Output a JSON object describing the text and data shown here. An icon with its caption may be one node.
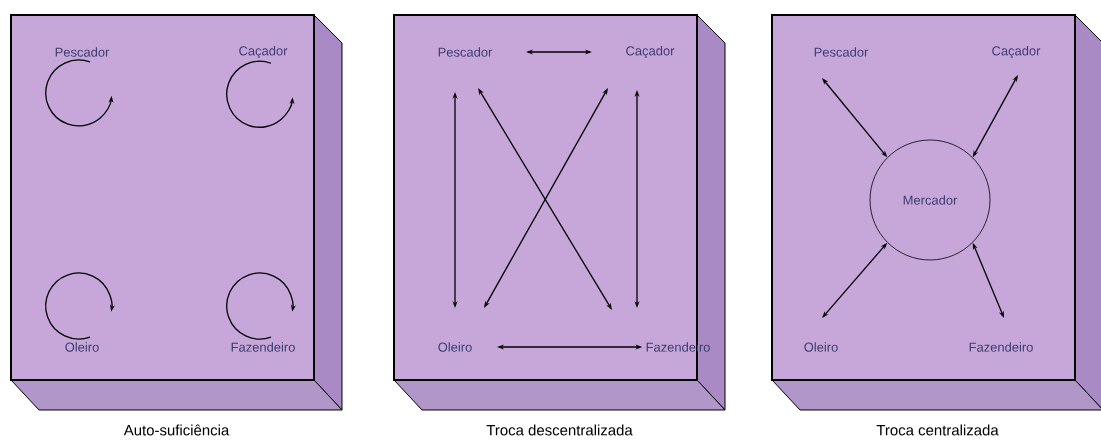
{
  "diagram": {
    "nodes": [
      {
        "text": [
          "Auto-suficiência"
        ]
      },
      {
        "text": [
          "Pescador"
        ],
        "in": 0
      },
      {
        "text": [
          "Caçador"
        ],
        "in": 0
      },
      {
        "text": [
          "Oleiro"
        ],
        "in": 0
      },
      {
        "text": [
          "Fazendeiro"
        ],
        "in": 0
      },
      {
        "text": [
          "Troca descentralizada"
        ]
      },
      {
        "text": [
          "Pescador"
        ],
        "in": 5
      },
      {
        "text": [
          "Caçador"
        ],
        "in": 5
      },
      {
        "text": [
          "Oleiro"
        ],
        "in": 5
      },
      {
        "text": [
          "Fazendeiro"
        ],
        "in": 5
      },
      {
        "text": [
          "Troca centralizada"
        ]
      },
      {
        "text": [
          "Mercador"
        ],
        "in": 10
      },
      {
        "text": [
          "Pescador"
        ],
        "in": 10
      },
      {
        "text": [
          "Caçador"
        ],
        "in": 10
      },
      {
        "text": [
          "Oleiro"
        ],
        "in": 10
      },
      {
        "text": [
          "Fazendeiro"
        ],
        "in": 10
      }
    ],
    "edges": [
      {
        "from": 1,
        "to": 1,
        "arrow": "to"
      },
      {
        "from": 2,
        "to": 2,
        "arrow": "to"
      },
      {
        "from": 3,
        "to": 3,
        "arrow": "to"
      },
      {
        "from": 4,
        "to": 4,
        "arrow": "to"
      },
      {
        "from": 6,
        "to": 7,
        "arrow": "both"
      },
      {
        "from": 6,
        "to": 8,
        "arrow": "both"
      },
      {
        "from": 6,
        "to": 9,
        "arrow": "both"
      },
      {
        "from": 7,
        "to": 8,
        "arrow": "both"
      },
      {
        "from": 7,
        "to": 9,
        "arrow": "both"
      },
      {
        "from": 8,
        "to": 9,
        "arrow": "both"
      },
      {
        "from": 12,
        "to": 11,
        "arrow": "both"
      },
      {
        "from": 13,
        "to": 11,
        "arrow": "both"
      },
      {
        "from": 14,
        "to": 11,
        "arrow": "both"
      },
      {
        "from": 15,
        "to": 11,
        "arrow": "both"
      }
    ]
  }
}
